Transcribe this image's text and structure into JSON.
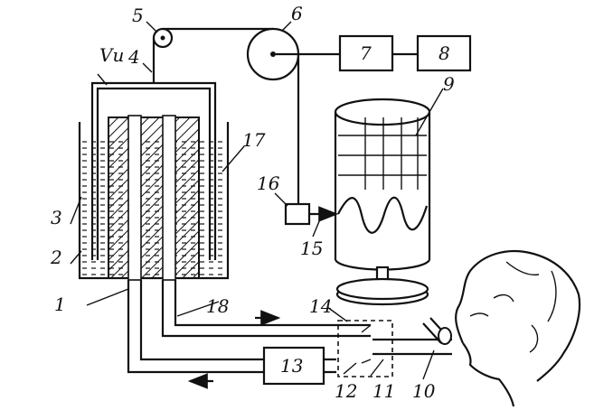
{
  "diagram": {
    "voltage_label": "Vи",
    "labels": {
      "n1": "1",
      "n2": "2",
      "n3": "3",
      "n4": "4",
      "n5": "5",
      "n6": "6",
      "n7": "7",
      "n8": "8",
      "n9": "9",
      "n10": "10",
      "n11": "11",
      "n12": "12",
      "n13": "13",
      "n14": "14",
      "n15": "15",
      "n16": "16",
      "n17": "17",
      "n18": "18"
    }
  }
}
